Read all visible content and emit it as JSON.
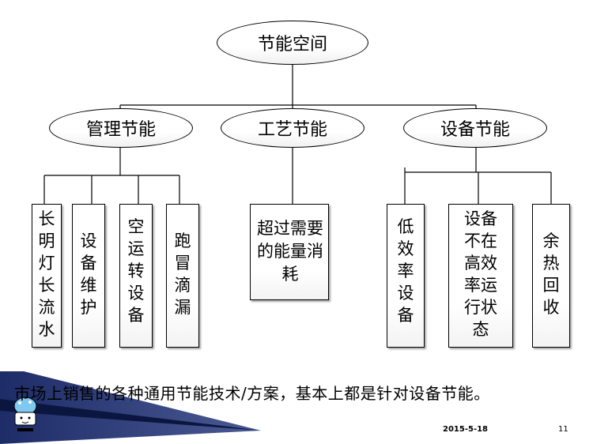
{
  "diagram": {
    "root": "节能空间",
    "branches": [
      {
        "label": "管理节能",
        "children": [
          {
            "text": "长明灯长流水"
          },
          {
            "text": "设备维护"
          },
          {
            "text": "空运转设备"
          },
          {
            "text": "跑冒滴漏"
          }
        ]
      },
      {
        "label": "工艺节能",
        "children": [
          {
            "text": "超过需要的能量消耗"
          }
        ]
      },
      {
        "label": "设备节能",
        "children": [
          {
            "text": "低效率设备"
          },
          {
            "text": "设备不在高效率运行状态"
          },
          {
            "text": "余热回收"
          }
        ]
      }
    ]
  },
  "footer": {
    "note": "市场上销售的各种通用节能技术/方案，基本上都是针对设备节能。",
    "date": "2015-5-18",
    "page": "11"
  },
  "colors": {
    "line": "#000000",
    "wedge": "#1f2f6e",
    "mascot": "#7fc8f0"
  }
}
